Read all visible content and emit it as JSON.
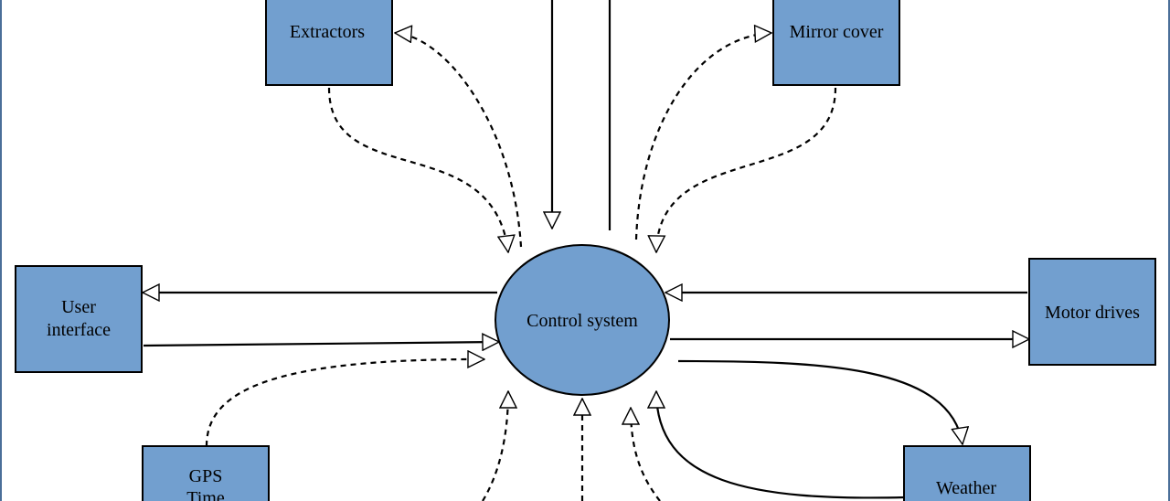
{
  "diagram": {
    "colors": {
      "node_fill": "#729fcf",
      "stroke": "#000000",
      "frame": "#4a6f99"
    },
    "nodes": {
      "extractors": "Extractors",
      "mirror_cover": "Mirror cover",
      "user_interface": [
        "User",
        "interface"
      ],
      "control_system": "Control system",
      "motor_drives": "Motor drives",
      "gps_time": [
        "GPS",
        "Time"
      ],
      "weather": "Weather"
    }
  }
}
